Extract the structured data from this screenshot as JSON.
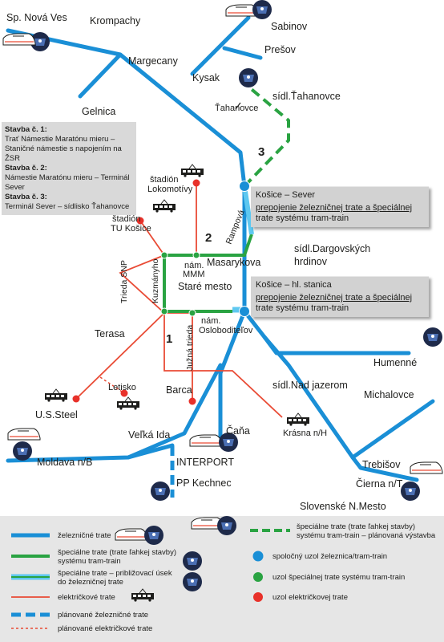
{
  "map": {
    "places": {
      "sp_nova_ves": "Sp. Nová Ves",
      "krompachy": "Krompachy",
      "sabinov": "Sabinov",
      "presov": "Prešov",
      "margecany": "Margecany",
      "kysak": "Kysak",
      "gelnica": "Gelnica",
      "tahanovce": "Ťahanovce",
      "sidl_tahanovce": "sídl.Ťahanovce",
      "stadion_lokomotivy_1": "štadión",
      "stadion_lokomotivy_2": "Lokomotívy",
      "stadion_tu_1": "štadión",
      "stadion_tu_2": "TU Košice",
      "rampova": "Rampová",
      "masarykova": "Masarykova",
      "nam_mmm_1": "nám.",
      "nam_mmm_2": "MMM",
      "stare_mesto": "Staré mesto",
      "kuzmanyho": "Kuzmányho",
      "trieda_snp": "Trieda SNP",
      "nam_osloboditelov_1": "nám.",
      "nam_osloboditelov_2": "Osloboditeľov",
      "juzna_trieda": "Južná trieda",
      "terasa": "Terasa",
      "sidl_dargovskych_1": "sídl.Dargovských",
      "sidl_dargovskych_2": "hrdinov",
      "sidl_nad_jazerom": "sídl.Nad jazerom",
      "letisko": "Letisko",
      "barca": "Barca",
      "us_steel": "U.S.Steel",
      "humenne": "Humenné",
      "michalovce": "Michalovce",
      "velka_ida": "Veľká Ida",
      "cana": "Čaňa",
      "krasna": "Krásna n/H",
      "interport": "INTERPORT",
      "pp_kechnec": "PP Kechnec",
      "moldava": "Moldava n/B",
      "trebisov": "Trebišov",
      "cierna": "Čierna n/T",
      "slovenske_n_mesto": "Slovenské N.Mesto"
    },
    "stage_numbers": {
      "s1": "1",
      "s2": "2",
      "s3": "3"
    }
  },
  "stavby": [
    {
      "title": "Stavba č. 1:",
      "text": "Trať Námestie Maratónu mieru – Staničné námestie s napojením na ŽSR"
    },
    {
      "title": "Stavba č. 2:",
      "text": "Námestie Maratónu mieru – Terminál Sever"
    },
    {
      "title": "Stavba č. 3:",
      "text": "Terminál Sever – sídlisko Ťahanovce"
    }
  ],
  "callouts": {
    "sever": {
      "title": "Košice – Sever",
      "desc1": "prepojenie železničnej trate a špeciálnej",
      "desc2": "trate systému tram-train"
    },
    "stanica": {
      "title": "Košice – hl. stanica",
      "desc1": "prepojenie železničnej trate a špeciálnej",
      "desc2": "trate systému tram-train"
    }
  },
  "legend": {
    "railway": "železničné trate",
    "special_1": "špeciálne trate (trate ľahkej stavby)",
    "special_2": "systému tram-train",
    "approach_1": "špeciálne trate – približovací úsek",
    "approach_2": "do železničnej trate",
    "tram": "električkové trate",
    "planned_rail": "plánované železničné trate",
    "planned_tram": "plánované električkové trate",
    "planned_special_1": "špeciálne trate (trate ľahkej stavby)",
    "planned_special_2": "systému tram-train – plánovaná výstavba",
    "node_common": "spoločný uzol železnica/tram-train",
    "node_special": "uzol špeciálnej trate systému tram-train",
    "node_tram": "uzol električkovej trate"
  },
  "colors": {
    "rail": "#1a8fd6",
    "special": "#2aa342",
    "tram": "#e94b35",
    "node_common": "#1a8fd6",
    "node_special": "#2aa342",
    "node_tram": "#e8312a"
  },
  "icons": [
    "train-icon",
    "tram-icon",
    "tram-train-icon"
  ]
}
